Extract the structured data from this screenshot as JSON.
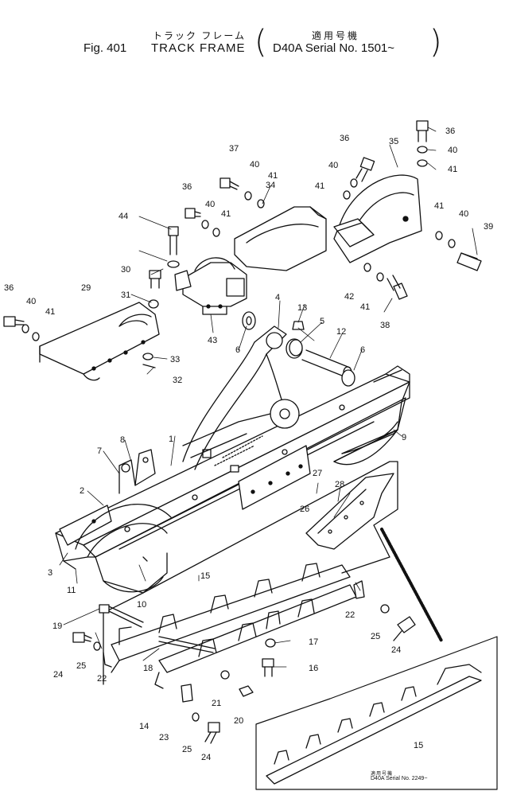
{
  "header": {
    "jp_title": "トラック フレーム",
    "jp_serial": "適用号機",
    "fig_label": "Fig. 401",
    "title": "TRACK FRAME",
    "serial_model": "D40A Serial No. 1501~",
    "paren_open": "(",
    "paren_close": ")"
  },
  "inset_note": {
    "jp": "適用号機",
    "text": "D40A Serial No. 2249~"
  },
  "callouts": [
    "1",
    "2",
    "3",
    "4",
    "5",
    "6",
    "6",
    "7",
    "8",
    "9",
    "10",
    "11",
    "12",
    "13",
    "14",
    "15",
    "15",
    "16",
    "17",
    "18",
    "19",
    "20",
    "21",
    "22",
    "22",
    "23",
    "24",
    "24",
    "24",
    "25",
    "25",
    "25",
    "26",
    "27",
    "28",
    "29",
    "30",
    "31",
    "32",
    "33",
    "34",
    "35",
    "36",
    "36",
    "36",
    "36",
    "37",
    "38",
    "39",
    "40",
    "40",
    "40",
    "40",
    "40",
    "40",
    "41",
    "41",
    "41",
    "41",
    "41",
    "41",
    "41",
    "42",
    "43",
    "44"
  ]
}
